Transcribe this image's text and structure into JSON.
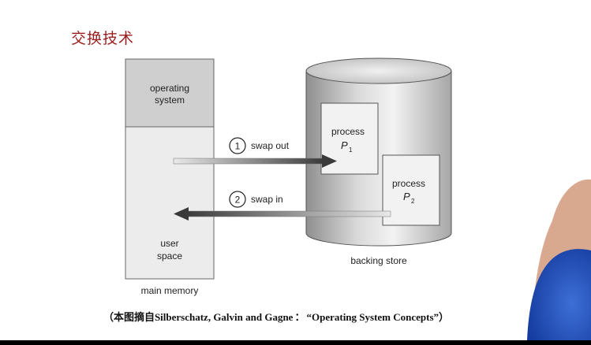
{
  "slide": {
    "title": "交换技术",
    "caption": {
      "prefix": "（本图摘自Silberschatz, Galvin and  Gagne",
      "separator": "：",
      "book": "“Operating System Concepts”",
      "suffix": "）"
    }
  },
  "diagram": {
    "main_memory": {
      "os_label_line1": "operating",
      "os_label_line2": "system",
      "user_label_line1": "user",
      "user_label_line2": "space",
      "caption": "main memory"
    },
    "backing_store": {
      "caption": "backing store",
      "process1": {
        "label": "process",
        "name": "P",
        "subscript": "1"
      },
      "process2": {
        "label": "process",
        "name": "P",
        "subscript": "2"
      }
    },
    "swap_out": {
      "number": "1",
      "label": "swap out"
    },
    "swap_in": {
      "number": "2",
      "label": "swap in"
    }
  }
}
